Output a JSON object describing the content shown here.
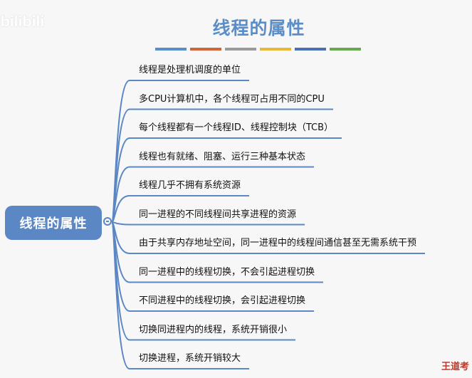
{
  "logo": "bilibili",
  "title": "线程的属性",
  "palette": [
    "#5b8ec9",
    "#d0673b",
    "#9a9a9a",
    "#e9b73a",
    "#4a6fb5",
    "#6aa84f"
  ],
  "root": {
    "label": "线程的属性",
    "color": "#5b87c4"
  },
  "items": [
    "线程是处理机调度的单位",
    "多CPU计算机中，各个线程可占用不同的CPU",
    "每个线程都有一个线程ID、线程控制块（TCB）",
    "线程也有就绪、阻塞、运行三种基本状态",
    "线程几乎不拥有系统资源",
    "同一进程的不同线程间共享进程的资源",
    "由于共享内存地址空间，同一进程中的线程间通信甚至无需系统干预",
    "同一进程中的线程切换，不会引起进程切换",
    "不同进程中的线程切换，会引起进程切换",
    "切换同进程内的线程，系统开销很小",
    "切换进程，系统开销较大"
  ],
  "watermark": "王道考"
}
